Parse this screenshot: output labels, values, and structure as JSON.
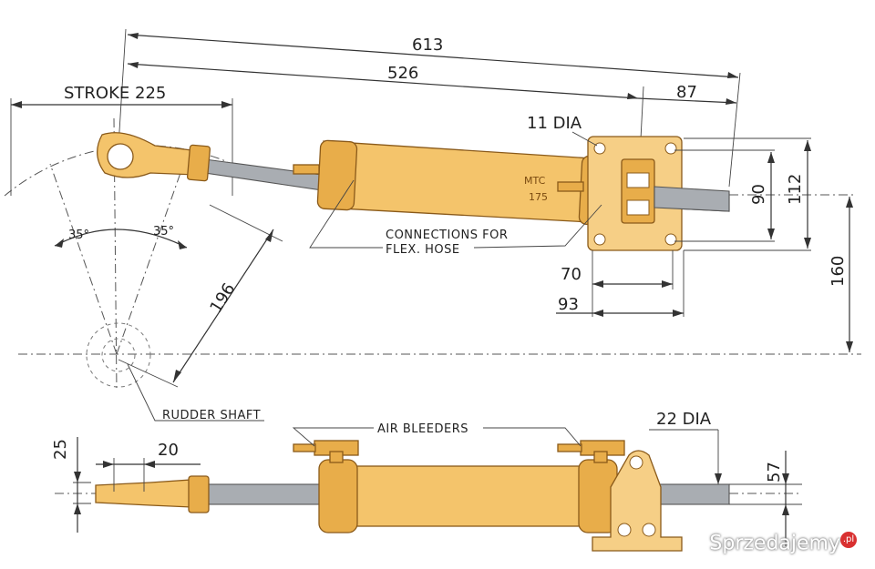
{
  "dimensions": {
    "overall": "613",
    "centers": "526",
    "tail": "87",
    "stroke": "STROKE 225",
    "mount_hole": "11 DIA",
    "plate_inner": "90",
    "plate_outer": "112",
    "shaft_height": "160",
    "base_70": "70",
    "base_93": "93",
    "tiller": "196",
    "angle_left": "35°",
    "angle_right": "35°",
    "side_25": "25",
    "side_20": "20",
    "rod_dia": "22 DIA",
    "side_57": "57"
  },
  "labels": {
    "connections_1": "CONNECTIONS FOR",
    "connections_2": "FLEX. HOSE",
    "rudder_shaft": "RUDDER SHAFT",
    "air_bleeders": "AIR BLEEDERS",
    "model_1": "MTC",
    "model_2": "175"
  },
  "watermark": {
    "text": "Sprzedajemy",
    "badge": ".pl"
  }
}
